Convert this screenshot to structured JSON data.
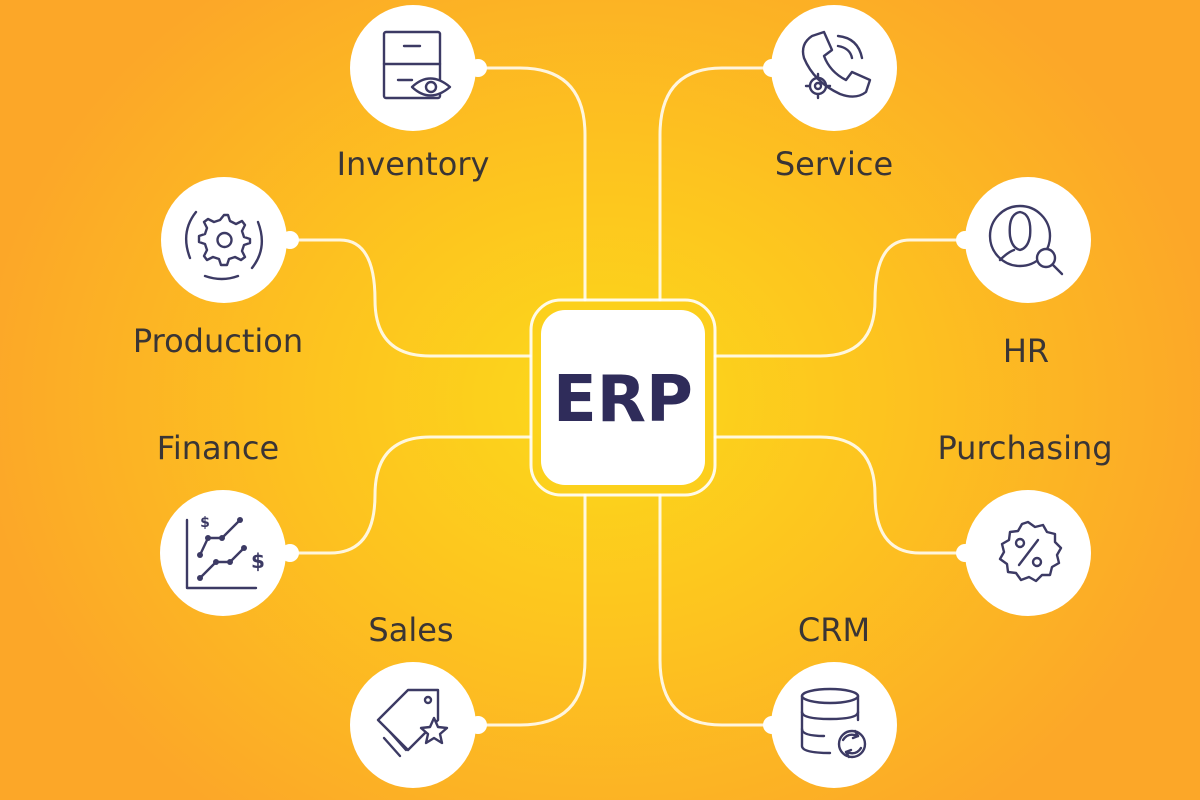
{
  "hub": {
    "label": "ERP"
  },
  "modules": {
    "inventory": {
      "label": "Inventory",
      "icon": "drawer-eye-icon"
    },
    "service": {
      "label": "Service",
      "icon": "phone-gear-icon"
    },
    "production": {
      "label": "Production",
      "icon": "gear-cycle-icon"
    },
    "hr": {
      "label": "HR",
      "icon": "person-search-icon"
    },
    "finance": {
      "label": "Finance",
      "icon": "dollar-chart-icon"
    },
    "purchasing": {
      "label": "Purchasing",
      "icon": "percent-badge-icon"
    },
    "sales": {
      "label": "Sales",
      "icon": "price-tag-star-icon"
    },
    "crm": {
      "label": "CRM",
      "icon": "database-sync-icon"
    }
  },
  "icon_text": {
    "dollar": "$"
  },
  "colors": {
    "accent": "#fdc41f",
    "icon": "#3c3a64",
    "text": "#3a3535",
    "hub_text": "#2f2c5a"
  }
}
